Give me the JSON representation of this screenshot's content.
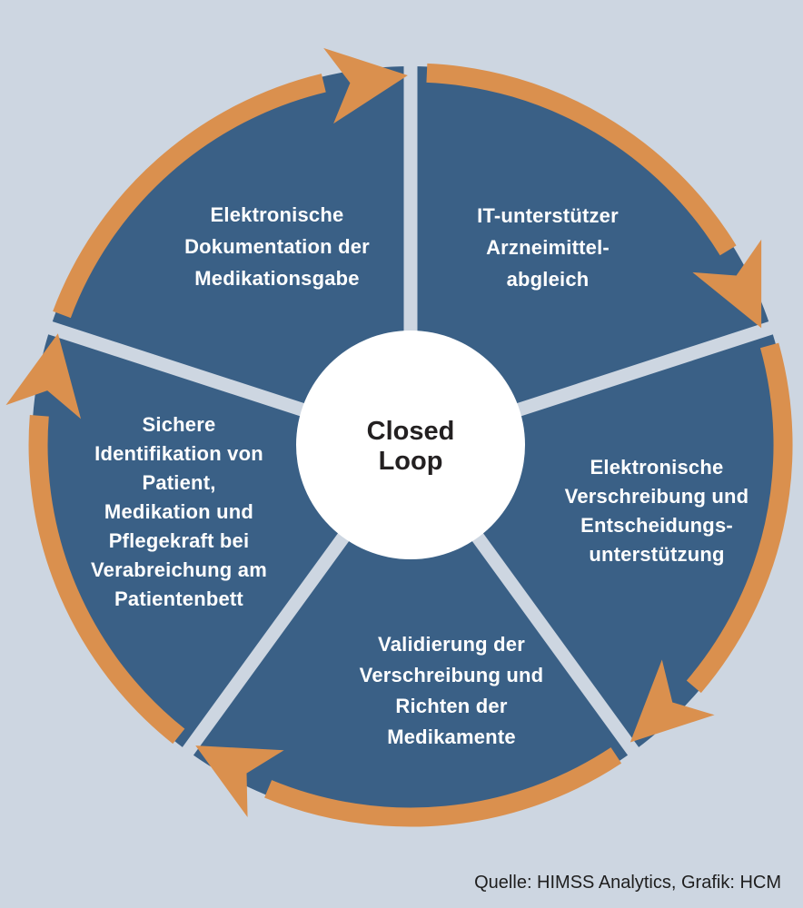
{
  "diagram": {
    "type": "cycle",
    "direction": "clockwise",
    "step_count": 5
  },
  "colors": {
    "background": "#cdd6e1",
    "segment": "#3a6086",
    "arrow": "#da904e",
    "divider": "#cdd6e1",
    "center_circle": "#ffffff",
    "segment_text": "#ffffff",
    "center_text": "#232021",
    "caption_text": "#1e1e1e"
  },
  "center": {
    "lines": [
      "Closed",
      "Loop"
    ]
  },
  "segments": [
    {
      "name": "it-unterstuetzter-arzneimittelabgleich",
      "position": "top-right",
      "lines": [
        "IT-unterstützer",
        "Arzneimittel-",
        "abgleich"
      ]
    },
    {
      "name": "elektronische-verschreibung",
      "position": "right",
      "lines": [
        "Elektronische",
        "Verschreibung und",
        "Entscheidungs-",
        "unterstützung"
      ]
    },
    {
      "name": "validierung-der-verschreibung",
      "position": "bottom",
      "lines": [
        "Validierung der",
        "Verschreibung und",
        "Richten der",
        "Medikamente"
      ]
    },
    {
      "name": "sichere-identifikation",
      "position": "left",
      "lines": [
        "Sichere",
        "Identifikation von",
        "Patient,",
        "Medikation und",
        "Pflegekraft bei",
        "Verabreichung am",
        "Patientenbett"
      ]
    },
    {
      "name": "elektronische-dokumentation",
      "position": "top-left",
      "lines": [
        "Elektronische",
        "Dokumentation der",
        "Medikationsgabe"
      ]
    }
  ],
  "caption": {
    "text": "Quelle: HIMSS Analytics, Grafik: HCM"
  }
}
